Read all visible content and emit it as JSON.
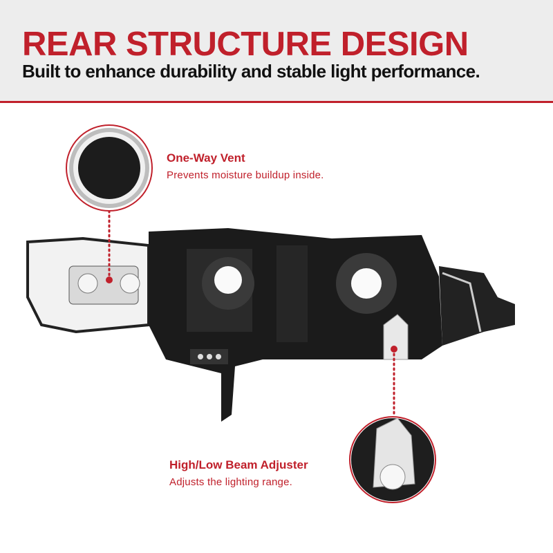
{
  "header": {
    "title": "REAR STRUCTURE DESIGN",
    "subtitle": "Built to enhance durability and stable light performance."
  },
  "callouts": [
    {
      "title": "One-Way Vent",
      "description": "Prevents moisture buildup inside."
    },
    {
      "title": "High/Low Beam Adjuster",
      "description": "Adjusts the lighting range."
    }
  ],
  "colors": {
    "accent": "#c0202b",
    "header_bg": "#ededed"
  }
}
